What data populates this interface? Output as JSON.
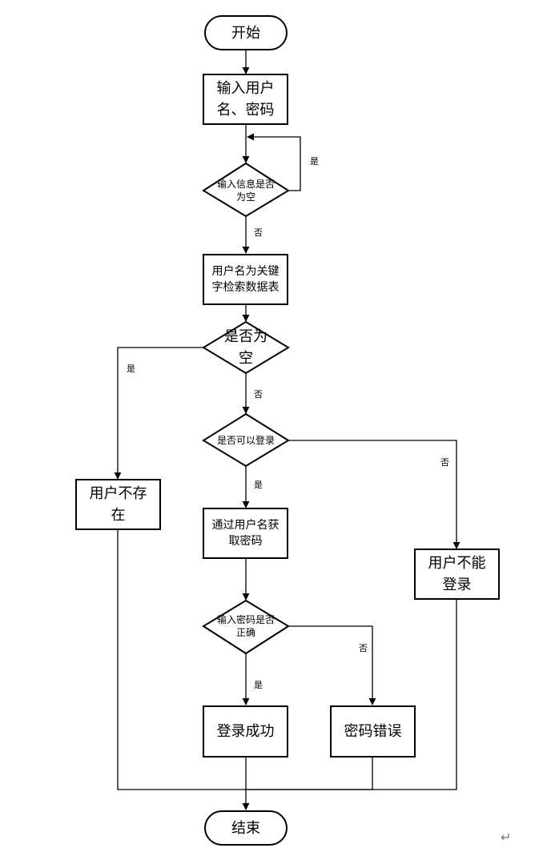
{
  "nodes": {
    "start": "开始",
    "input_credentials": "输入用户\n名、密码",
    "check_empty_input": "输入信息是否\n为空",
    "lookup_username": "用户名为关键\n字检索数据表",
    "check_empty_result": "是否为\n空",
    "check_can_login": "是否可以登录",
    "user_not_exist": "用户不存\n在",
    "get_password": "通过用户名获\n取密码",
    "cannot_login": "用户不能\n登录",
    "check_password": "输入密码是否\n正确",
    "login_success": "登录成功",
    "password_error": "密码错误",
    "end": "结束"
  },
  "edge_labels": {
    "empty_yes": "是",
    "empty_no": "否",
    "result_yes": "是",
    "result_no": "否",
    "login_yes": "是",
    "login_no": "否",
    "password_yes": "是",
    "password_no": "否"
  },
  "corner_mark": "↵"
}
